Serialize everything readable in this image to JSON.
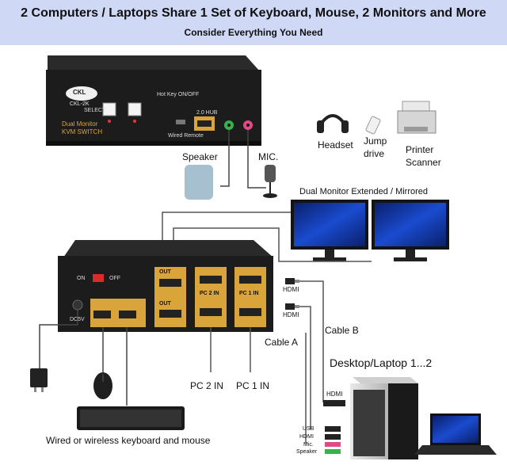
{
  "header": {
    "title": "2 Computers / Laptops Share 1 Set of Keyboard, Mouse, 2 Monitors and More",
    "subtitle": "Consider Everything You Need"
  },
  "device_top": {
    "brand": "CKL",
    "model": "CKL-2K",
    "name_line1": "Dual Monitor",
    "name_line2": "KVM SWITCH",
    "select_label": "SELECT",
    "hotkey_label": "Hot Key ON/OFF",
    "wired_remote_label": "Wired Remote",
    "usb_label": "2.0 HUB"
  },
  "device_bottom": {
    "power_on": "ON",
    "power_off": "OFF",
    "dc_label": "DC5V",
    "out_label": "OUT",
    "pc2_label": "PC 2 IN",
    "pc1_label": "PC 1 IN"
  },
  "peripherals": {
    "speaker": "Speaker",
    "mic": "MIC.",
    "headset": "Headset",
    "jump_line1": "Jump",
    "jump_line2": "drive",
    "printer_line1": "Printer",
    "printer_line2": "Scanner"
  },
  "monitors_label": "Dual Monitor Extended / Mirrored",
  "cables": {
    "hdmi_1": "HDMI",
    "hdmi_2": "HDMI",
    "cable_a": "Cable A",
    "cable_b": "Cable B",
    "pc2_in": "PC 2 IN",
    "pc1_in": "PC 1 IN"
  },
  "computer": {
    "title": "Desktop/Laptop 1...2",
    "hdmi": "HDMI",
    "usb": "USB",
    "hdmi_small": "HDMI",
    "mic": "Mic.",
    "speaker": "Speaker"
  },
  "keyboard_label": "Wired or wireless keyboard  and mouse",
  "colors": {
    "header_bg": "#cfd8f4",
    "device_body": "#1c1c1c",
    "port_gold": "#d9a53a",
    "usb_green": "#36b24a",
    "mic_pink": "#e04a86"
  }
}
